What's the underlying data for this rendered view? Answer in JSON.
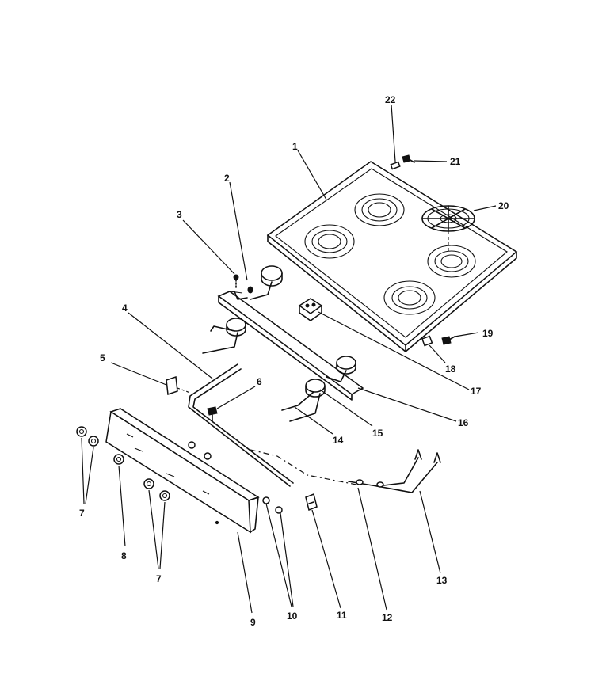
{
  "callouts": [
    {
      "id": "c1",
      "label": "1"
    },
    {
      "id": "c2",
      "label": "2"
    },
    {
      "id": "c3",
      "label": "3"
    },
    {
      "id": "c4",
      "label": "4"
    },
    {
      "id": "c5",
      "label": "5"
    },
    {
      "id": "c6",
      "label": "6"
    },
    {
      "id": "c7a",
      "label": "7"
    },
    {
      "id": "c7b",
      "label": "7"
    },
    {
      "id": "c8",
      "label": "8"
    },
    {
      "id": "c9",
      "label": "9"
    },
    {
      "id": "c10",
      "label": "10"
    },
    {
      "id": "c11",
      "label": "11"
    },
    {
      "id": "c12",
      "label": "12"
    },
    {
      "id": "c13",
      "label": "13"
    },
    {
      "id": "c14",
      "label": "14"
    },
    {
      "id": "c15",
      "label": "15"
    },
    {
      "id": "c16",
      "label": "16"
    },
    {
      "id": "c17",
      "label": "17"
    },
    {
      "id": "c18",
      "label": "18"
    },
    {
      "id": "c19",
      "label": "19"
    },
    {
      "id": "c20",
      "label": "20"
    },
    {
      "id": "c21",
      "label": "21"
    },
    {
      "id": "c22",
      "label": "22"
    }
  ]
}
